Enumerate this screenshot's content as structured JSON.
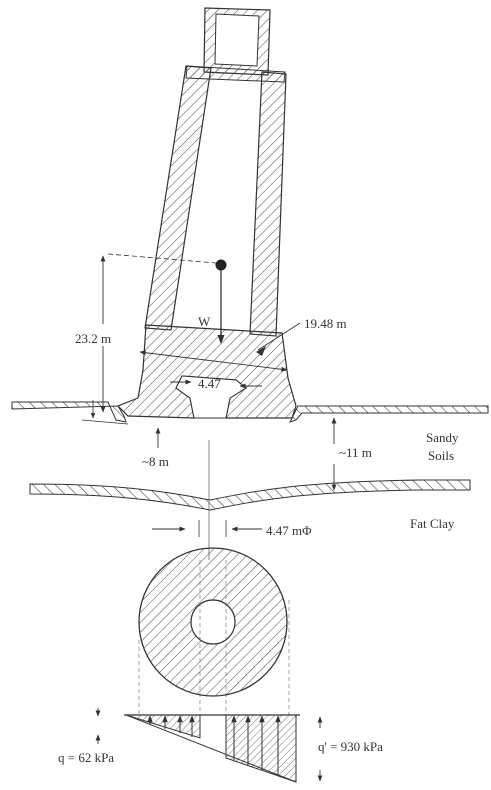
{
  "labels": {
    "height": "23.2 m",
    "tilt_width": "19.48 m",
    "base_width": "4.47",
    "weight": "W",
    "left_depth": "~8 m",
    "right_depth": "~11 m",
    "sandy_line1": "Sandy",
    "sandy_line2": "Soils",
    "fat_clay": "Fat Clay",
    "diameter": "4.47 mΦ",
    "q_left": "q = 62 kPa",
    "q_right": "q' = 930 kPa"
  },
  "colors": {
    "ink": "#333333",
    "hatch": "#555555",
    "paper": "#ffffff"
  }
}
